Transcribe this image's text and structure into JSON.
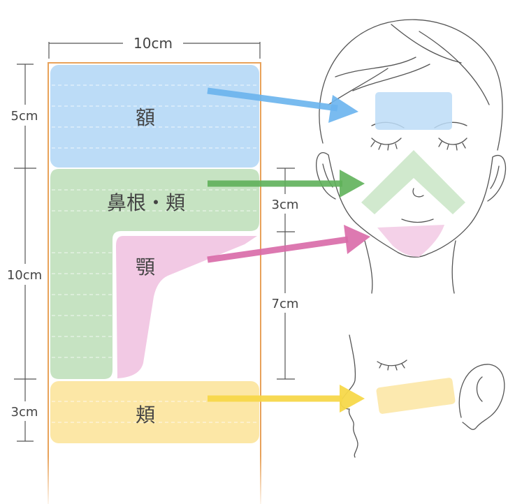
{
  "sheet": {
    "width_label": "10cm",
    "left_dims": [
      "5cm",
      "10cm",
      "3cm"
    ],
    "right_dims": [
      "3cm",
      "7cm"
    ]
  },
  "regions": {
    "forehead": {
      "label": "額",
      "color": "#bcdcf7"
    },
    "nose_cheek": {
      "label": "鼻根・頬",
      "color": "#c6e3c2"
    },
    "chin": {
      "label": "顎",
      "color": "#f2c9e4"
    },
    "cheek": {
      "label": "頬",
      "color": "#fce7a6"
    }
  },
  "arrows": {
    "blue": "#6ab4ee",
    "green": "#5fb15a",
    "pink": "#d96aa8",
    "yellow": "#f7d84a"
  },
  "sheet_border_color": "#e8a25a"
}
